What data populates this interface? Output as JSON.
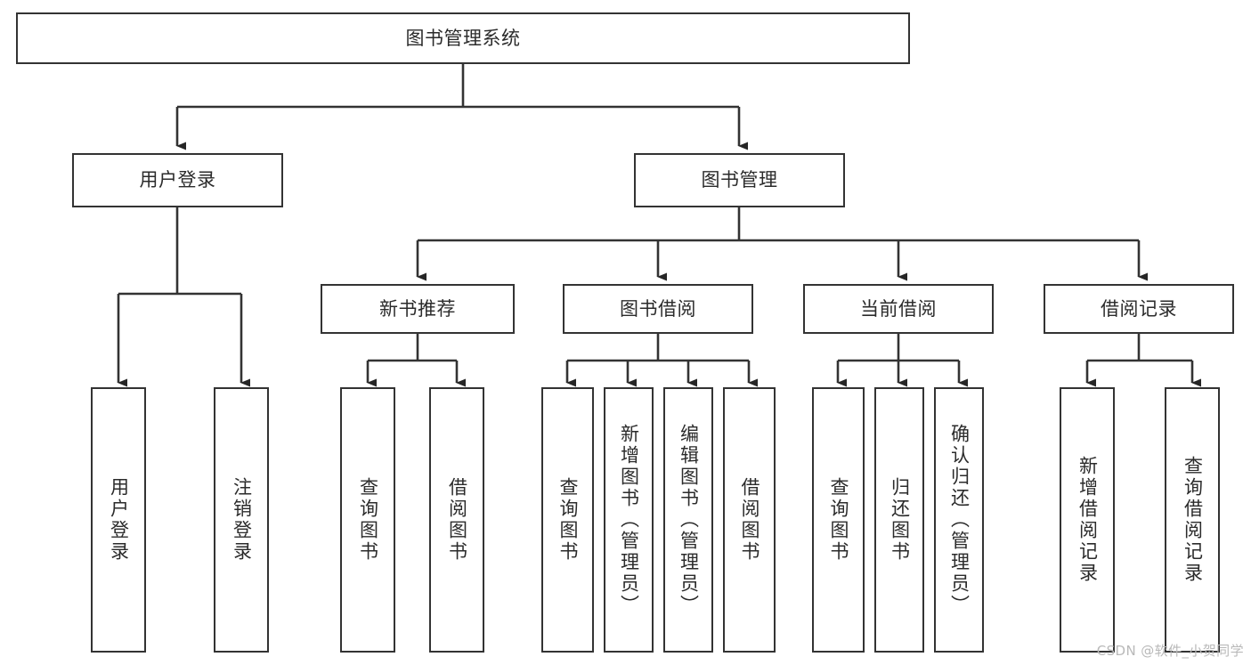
{
  "diagram": {
    "title": "图书管理系统",
    "type": "tree-hierarchy",
    "background_color": "#ffffff",
    "line_color": "#333333",
    "text_color": "#2b2b2b"
  },
  "root": {
    "label": "图书管理系统"
  },
  "level1": [
    {
      "label": "用户登录"
    },
    {
      "label": "图书管理"
    }
  ],
  "level2": [
    {
      "label": "新书推荐"
    },
    {
      "label": "图书借阅"
    },
    {
      "label": "当前借阅"
    },
    {
      "label": "借阅记录"
    }
  ],
  "leaves": {
    "user_login": [
      {
        "label": "用户登录"
      },
      {
        "label": "注销登录"
      }
    ],
    "new_book_recommend": [
      {
        "label": "查询图书"
      },
      {
        "label": "借阅图书"
      }
    ],
    "book_borrow": [
      {
        "label": "查询图书"
      },
      {
        "label": "新增图书（管理员）"
      },
      {
        "label": "编辑图书（管理员）"
      },
      {
        "label": "借阅图书"
      }
    ],
    "current_borrow": [
      {
        "label": "查询图书"
      },
      {
        "label": "归还图书"
      },
      {
        "label": "确认归还（管理员）"
      }
    ],
    "borrow_record": [
      {
        "label": "新增借阅记录"
      },
      {
        "label": "查询借阅记录"
      }
    ]
  },
  "watermark": {
    "text": "CSDN @软件_小贺同学"
  }
}
